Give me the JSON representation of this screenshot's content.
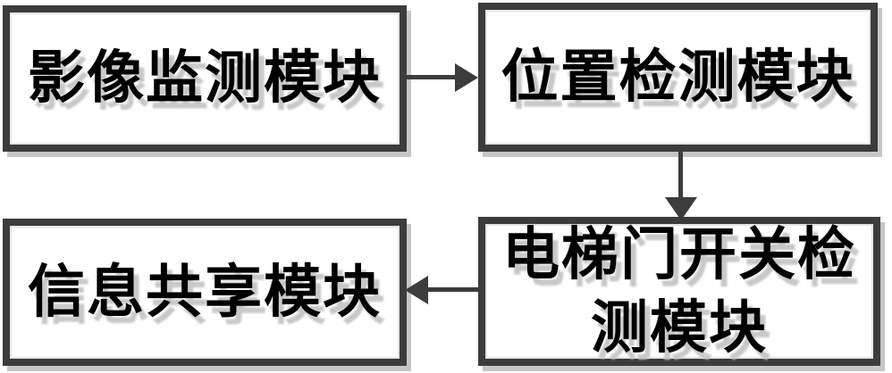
{
  "diagram": {
    "boxes": {
      "image_monitoring": {
        "label": "影像监测模块"
      },
      "position_detection": {
        "label": "位置检测模块"
      },
      "door_switch_detection": {
        "label": "电梯门开关检测模块",
        "line1": "电梯门开关检",
        "line2": "测模块"
      },
      "info_sharing": {
        "label": "信息共享模块"
      }
    },
    "arrows": [
      {
        "from": "image_monitoring",
        "to": "position_detection",
        "direction": "right"
      },
      {
        "from": "position_detection",
        "to": "door_switch_detection",
        "direction": "down"
      },
      {
        "from": "door_switch_detection",
        "to": "info_sharing",
        "direction": "left"
      }
    ],
    "colors": {
      "background": "#ffffff",
      "box_border": "#3c3c3c",
      "box_fill": "#ffffff",
      "text": "#000000",
      "text_shadow": "#c8c8c8",
      "arrow": "#3c3c3c",
      "box_shadow": "#c6c6c6"
    }
  }
}
